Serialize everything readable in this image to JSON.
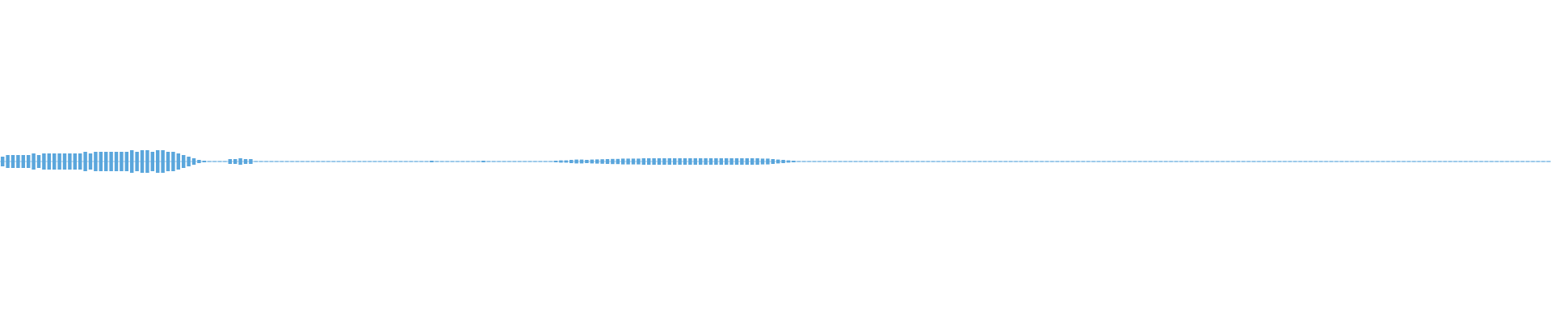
{
  "chart_data": {
    "type": "area",
    "title": "",
    "xlabel": "",
    "ylabel": "",
    "grid": false,
    "legend": "none",
    "ylim": [
      -1,
      1
    ],
    "color": "#5aa6dc",
    "series": [
      {
        "values": [
          0.03,
          0.04,
          0.04,
          0.04,
          0.04,
          0.04,
          0.05,
          0.04,
          0.05,
          0.05,
          0.05,
          0.05,
          0.05,
          0.05,
          0.05,
          0.05,
          0.06,
          0.05,
          0.06,
          0.06,
          0.06,
          0.06,
          0.06,
          0.06,
          0.06,
          0.07,
          0.06,
          0.07,
          0.07,
          0.06,
          0.07,
          0.07,
          0.06,
          0.06,
          0.05,
          0.04,
          0.03,
          0.02,
          0.01,
          0.005,
          0.003,
          0.003,
          0.003,
          0.003,
          0.015,
          0.015,
          0.02,
          0.015,
          0.015,
          0.003,
          0.003,
          0.003,
          0.003,
          0.003,
          0.003,
          0.003,
          0.003,
          0.003,
          0.003,
          0.003,
          0.003,
          0.003,
          0.003,
          0.003,
          0.003,
          0.003,
          0.003,
          0.003,
          0.003,
          0.003,
          0.003,
          0.003,
          0.003,
          0.003,
          0.003,
          0.003,
          0.003,
          0.003,
          0.003,
          0.003,
          0.003,
          0.003,
          0.003,
          0.005,
          0.003,
          0.003,
          0.003,
          0.003,
          0.003,
          0.003,
          0.003,
          0.003,
          0.003,
          0.005,
          0.003,
          0.003,
          0.003,
          0.003,
          0.003,
          0.003,
          0.003,
          0.003,
          0.003,
          0.003,
          0.003,
          0.003,
          0.003,
          0.005,
          0.007,
          0.007,
          0.01,
          0.012,
          0.012,
          0.01,
          0.012,
          0.013,
          0.014,
          0.015,
          0.016,
          0.016,
          0.018,
          0.018,
          0.018,
          0.018,
          0.02,
          0.02,
          0.02,
          0.02,
          0.02,
          0.02,
          0.02,
          0.02,
          0.02,
          0.02,
          0.02,
          0.02,
          0.02,
          0.02,
          0.02,
          0.02,
          0.02,
          0.02,
          0.02,
          0.02,
          0.02,
          0.02,
          0.02,
          0.018,
          0.018,
          0.015,
          0.012,
          0.01,
          0.007,
          0.005,
          0.003,
          0.003,
          0.003,
          0.003,
          0.003,
          0.003,
          0.003,
          0.003,
          0.003,
          0.003,
          0.003,
          0.003,
          0.003,
          0.003,
          0.003,
          0.003,
          0.003,
          0.003,
          0.003,
          0.003,
          0.003,
          0.003,
          0.003,
          0.003,
          0.003,
          0.003,
          0.003,
          0.003,
          0.003,
          0.003,
          0.003,
          0.003,
          0.003,
          0.003,
          0.003,
          0.003,
          0.003,
          0.003,
          0.003,
          0.003,
          0.003,
          0.003,
          0.003,
          0.003,
          0.003,
          0.003,
          0.003,
          0.003,
          0.003,
          0.003,
          0.003,
          0.003,
          0.003,
          0.003,
          0.003,
          0.003,
          0.003,
          0.003,
          0.003,
          0.003,
          0.003,
          0.003,
          0.003,
          0.003,
          0.003,
          0.003,
          0.003,
          0.003,
          0.003,
          0.003,
          0.003,
          0.003,
          0.003,
          0.003,
          0.003,
          0.003,
          0.003,
          0.003,
          0.003,
          0.003,
          0.003,
          0.003,
          0.003,
          0.003,
          0.003,
          0.003,
          0.003,
          0.003,
          0.003,
          0.003,
          0.003,
          0.003,
          0.003,
          0.003,
          0.003,
          0.003,
          0.003,
          0.003,
          0.003,
          0.003,
          0.003,
          0.003,
          0.003,
          0.003,
          0.003,
          0.003,
          0.003,
          0.003,
          0.003,
          0.003,
          0.003,
          0.003,
          0.003,
          0.003,
          0.003,
          0.003,
          0.003,
          0.003,
          0.003,
          0.003,
          0.003,
          0.003,
          0.003,
          0.003,
          0.003,
          0.003,
          0.003,
          0.003,
          0.003,
          0.003,
          0.003,
          0.003,
          0.003,
          0.003,
          0.003,
          0.003,
          0.003,
          0.003,
          0.003,
          0.003,
          0.003,
          0.003,
          0.003,
          0.003,
          0.003,
          0.003
        ]
      }
    ]
  }
}
